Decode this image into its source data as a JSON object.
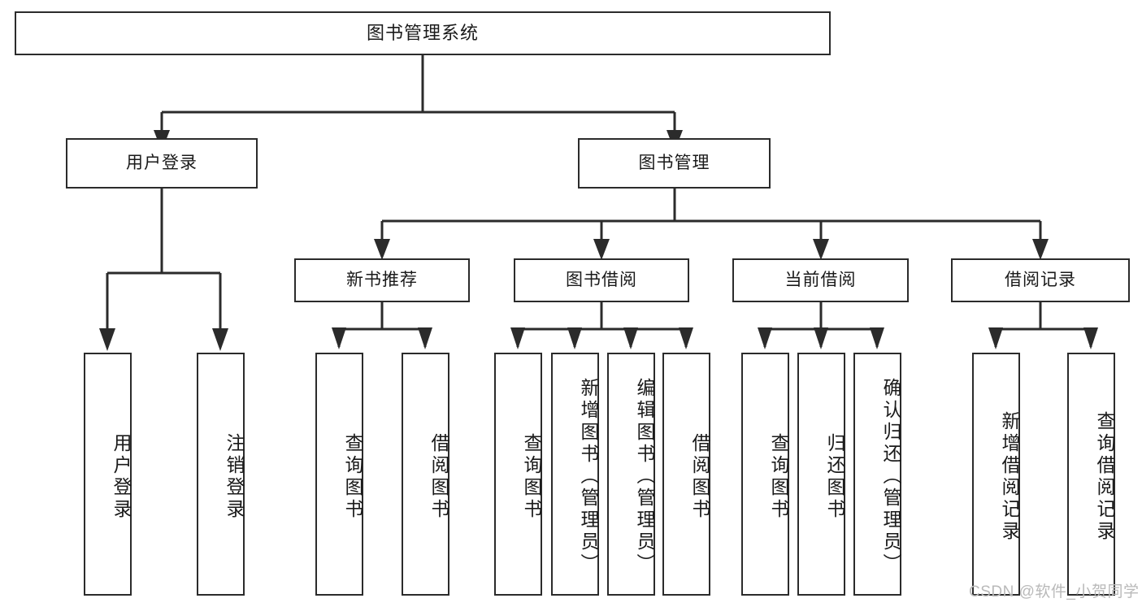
{
  "diagram": {
    "title": "图书管理系统",
    "type": "tree-hierarchy",
    "watermark": "CSDN @软件_小贺同学",
    "colors": {
      "background": "#ffffff",
      "border": "#2b2b2b",
      "text": "#1a1a1a",
      "watermark": "#b9b9b9"
    }
  },
  "root": {
    "label": "图书管理系统"
  },
  "level2": [
    {
      "label": "用户登录"
    },
    {
      "label": "图书管理"
    }
  ],
  "level3": [
    {
      "label": "新书推荐"
    },
    {
      "label": "图书借阅"
    },
    {
      "label": "当前借阅"
    },
    {
      "label": "借阅记录"
    }
  ],
  "leaves": {
    "user_login": [
      {
        "label": "用户登录"
      },
      {
        "label": "注销登录"
      }
    ],
    "new_book": [
      {
        "label": "查询图书"
      },
      {
        "label": "借阅图书"
      }
    ],
    "book_borrow": [
      {
        "label": "查询图书"
      },
      {
        "label": "新增图书（管理员）"
      },
      {
        "label": "编辑图书（管理员）"
      },
      {
        "label": "借阅图书"
      }
    ],
    "current_borrow": [
      {
        "label": "查询图书"
      },
      {
        "label": "归还图书"
      },
      {
        "label": "确认归还（管理员）"
      }
    ],
    "borrow_record": [
      {
        "label": "新增借阅记录"
      },
      {
        "label": "查询借阅记录"
      }
    ]
  }
}
